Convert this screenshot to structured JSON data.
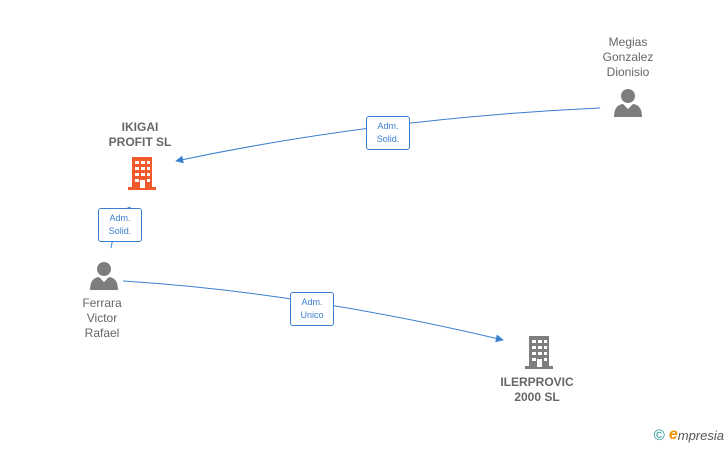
{
  "nodes": {
    "ikigai": {
      "name": "IKIGAI\nPROFIT  SL",
      "type": "company",
      "color": "#f25a2c"
    },
    "megias": {
      "name": "Megias\nGonzalez\nDionisio",
      "type": "person",
      "color": "#7d7d7d"
    },
    "ferrara": {
      "name": "Ferrara\nVictor\nRafael",
      "type": "person",
      "color": "#7d7d7d"
    },
    "ilerprovic": {
      "name": "ILERPROVIC\n2000  SL",
      "type": "company",
      "color": "#7d7d7d"
    }
  },
  "edges": [
    {
      "from": "megias",
      "to": "ikigai",
      "label": "Adm.\nSolid."
    },
    {
      "from": "ferrara",
      "to": "ikigai",
      "label": "Adm.\nSolid."
    },
    {
      "from": "ferrara",
      "to": "ilerprovic",
      "label": "Adm.\nUnico"
    }
  ],
  "colors": {
    "edge": "#3a7fd0"
  },
  "watermark": {
    "copyright": "©",
    "brand_initial": "e",
    "brand_rest": "mpresia"
  }
}
